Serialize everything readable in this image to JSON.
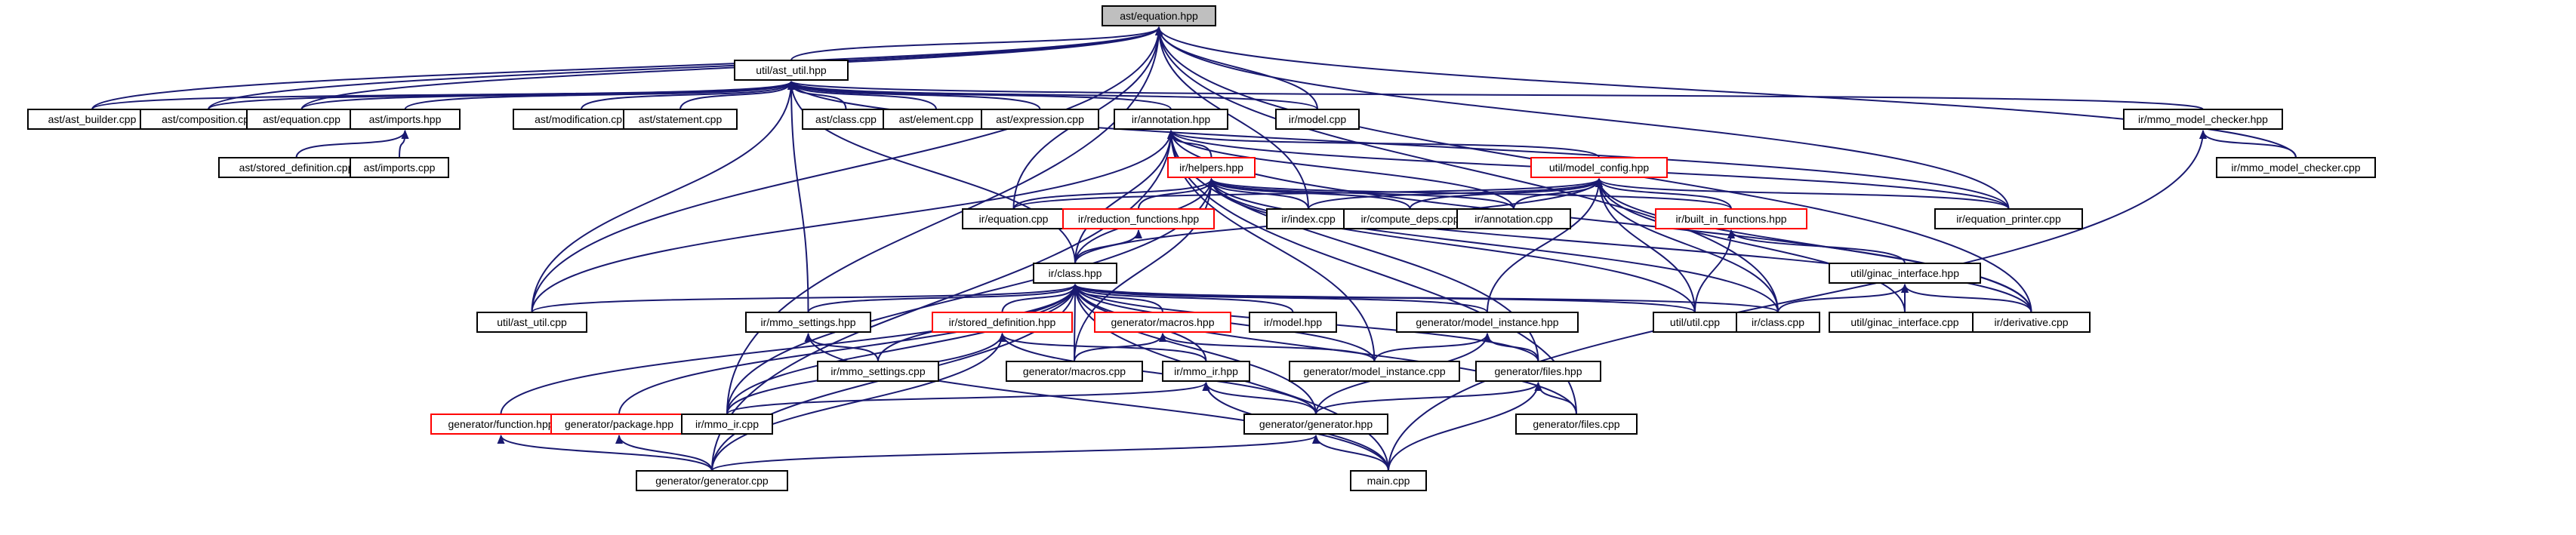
{
  "colors": {
    "edge": "#191970",
    "node_border": "#000000",
    "node_border_red": "#ff0000",
    "root_fill": "#bfbfbf",
    "node_fill": "#ffffff"
  },
  "nodes": [
    {
      "id": "root",
      "label": "ast/equation.hpp",
      "style": "root"
    },
    {
      "id": "ast_util_hpp",
      "label": "util/ast_util.hpp",
      "style": "normal"
    },
    {
      "id": "ast_builder",
      "label": "ast/ast_builder.cpp",
      "style": "normal"
    },
    {
      "id": "ast_composition",
      "label": "ast/composition.cpp",
      "style": "normal"
    },
    {
      "id": "ast_equation_cpp",
      "label": "ast/equation.cpp",
      "style": "normal"
    },
    {
      "id": "ast_imports_hpp",
      "label": "ast/imports.hpp",
      "style": "normal"
    },
    {
      "id": "ast_modification",
      "label": "ast/modification.cpp",
      "style": "normal"
    },
    {
      "id": "ast_statement",
      "label": "ast/statement.cpp",
      "style": "normal"
    },
    {
      "id": "ast_class",
      "label": "ast/class.cpp",
      "style": "normal"
    },
    {
      "id": "ast_element",
      "label": "ast/element.cpp",
      "style": "normal"
    },
    {
      "id": "ast_expression",
      "label": "ast/expression.cpp",
      "style": "normal"
    },
    {
      "id": "ir_annotation_hpp",
      "label": "ir/annotation.hpp",
      "style": "normal"
    },
    {
      "id": "ir_model_cpp",
      "label": "ir/model.cpp",
      "style": "normal"
    },
    {
      "id": "ir_mmo_checker_hpp",
      "label": "ir/mmo_model_checker.hpp",
      "style": "normal"
    },
    {
      "id": "ast_stored_definition",
      "label": "ast/stored_definition.cpp",
      "style": "normal"
    },
    {
      "id": "ast_imports_cpp",
      "label": "ast/imports.cpp",
      "style": "normal"
    },
    {
      "id": "ir_mmo_checker_cpp",
      "label": "ir/mmo_model_checker.cpp",
      "style": "normal"
    },
    {
      "id": "ir_helpers_hpp",
      "label": "ir/helpers.hpp",
      "style": "red"
    },
    {
      "id": "util_model_config",
      "label": "util/model_config.hpp",
      "style": "red"
    },
    {
      "id": "ir_equation_cpp",
      "label": "ir/equation.cpp",
      "style": "normal"
    },
    {
      "id": "ir_reduction_functions",
      "label": "ir/reduction_functions.hpp",
      "style": "red"
    },
    {
      "id": "ir_index_cpp",
      "label": "ir/index.cpp",
      "style": "normal"
    },
    {
      "id": "ir_compute_deps",
      "label": "ir/compute_deps.cpp",
      "style": "normal"
    },
    {
      "id": "ir_annotation_cpp",
      "label": "ir/annotation.cpp",
      "style": "normal"
    },
    {
      "id": "ir_built_in_functions",
      "label": "ir/built_in_functions.hpp",
      "style": "red"
    },
    {
      "id": "ir_equation_printer",
      "label": "ir/equation_printer.cpp",
      "style": "normal"
    },
    {
      "id": "ir_class_hpp",
      "label": "ir/class.hpp",
      "style": "normal"
    },
    {
      "id": "util_ginac_interface_hpp",
      "label": "util/ginac_interface.hpp",
      "style": "normal"
    },
    {
      "id": "util_ast_util_cpp",
      "label": "util/ast_util.cpp",
      "style": "normal"
    },
    {
      "id": "ir_mmo_settings_hpp",
      "label": "ir/mmo_settings.hpp",
      "style": "normal"
    },
    {
      "id": "ir_stored_definition_hpp",
      "label": "ir/stored_definition.hpp",
      "style": "red"
    },
    {
      "id": "generator_macros_hpp",
      "label": "generator/macros.hpp",
      "style": "red"
    },
    {
      "id": "ir_model_hpp",
      "label": "ir/model.hpp",
      "style": "normal"
    },
    {
      "id": "generator_model_instance_hpp",
      "label": "generator/model_instance.hpp",
      "style": "normal"
    },
    {
      "id": "util_util_cpp",
      "label": "util/util.cpp",
      "style": "normal"
    },
    {
      "id": "ir_class_cpp",
      "label": "ir/class.cpp",
      "style": "normal"
    },
    {
      "id": "util_ginac_interface_cpp",
      "label": "util/ginac_interface.cpp",
      "style": "normal"
    },
    {
      "id": "ir_derivative_cpp",
      "label": "ir/derivative.cpp",
      "style": "normal"
    },
    {
      "id": "ir_mmo_settings_cpp",
      "label": "ir/mmo_settings.cpp",
      "style": "normal"
    },
    {
      "id": "generator_macros_cpp",
      "label": "generator/macros.cpp",
      "style": "normal"
    },
    {
      "id": "ir_mmo_ir_hpp",
      "label": "ir/mmo_ir.hpp",
      "style": "normal"
    },
    {
      "id": "generator_model_instance_cpp",
      "label": "generator/model_instance.cpp",
      "style": "normal"
    },
    {
      "id": "generator_files_hpp",
      "label": "generator/files.hpp",
      "style": "normal"
    },
    {
      "id": "generator_function_hpp",
      "label": "generator/function.hpp",
      "style": "red"
    },
    {
      "id": "generator_package_hpp",
      "label": "generator/package.hpp",
      "style": "red"
    },
    {
      "id": "ir_mmo_ir_cpp",
      "label": "ir/mmo_ir.cpp",
      "style": "normal"
    },
    {
      "id": "generator_generator_hpp",
      "label": "generator/generator.hpp",
      "style": "normal"
    },
    {
      "id": "generator_files_cpp",
      "label": "generator/files.cpp",
      "style": "normal"
    },
    {
      "id": "generator_generator_cpp",
      "label": "generator/generator.cpp",
      "style": "normal"
    },
    {
      "id": "main_cpp",
      "label": "main.cpp",
      "style": "normal"
    }
  ],
  "edges": [
    [
      "ast_util_hpp",
      "root"
    ],
    [
      "ast_builder",
      "root"
    ],
    [
      "ast_composition",
      "root"
    ],
    [
      "ast_equation_cpp",
      "root"
    ],
    [
      "ir_model_cpp",
      "root"
    ],
    [
      "ir_mmo_checker_cpp",
      "root"
    ],
    [
      "ir_equation_cpp",
      "root"
    ],
    [
      "ir_index_cpp",
      "root"
    ],
    [
      "ir_equation_printer",
      "root"
    ],
    [
      "util_ast_util_cpp",
      "root"
    ],
    [
      "ir_mmo_ir_cpp",
      "root"
    ],
    [
      "ir_class_cpp",
      "root"
    ],
    [
      "ir_derivative_cpp",
      "root"
    ],
    [
      "ast_builder",
      "ast_util_hpp"
    ],
    [
      "ast_composition",
      "ast_util_hpp"
    ],
    [
      "ast_equation_cpp",
      "ast_util_hpp"
    ],
    [
      "ast_imports_hpp",
      "ast_util_hpp"
    ],
    [
      "ast_modification",
      "ast_util_hpp"
    ],
    [
      "ast_statement",
      "ast_util_hpp"
    ],
    [
      "ast_class",
      "ast_util_hpp"
    ],
    [
      "ast_element",
      "ast_util_hpp"
    ],
    [
      "ast_expression",
      "ast_util_hpp"
    ],
    [
      "ir_annotation_hpp",
      "ast_util_hpp"
    ],
    [
      "ir_model_cpp",
      "ast_util_hpp"
    ],
    [
      "ir_mmo_checker_hpp",
      "ast_util_hpp"
    ],
    [
      "util_ast_util_cpp",
      "ast_util_hpp"
    ],
    [
      "ir_mmo_settings_hpp",
      "ast_util_hpp"
    ],
    [
      "ir_class_hpp",
      "ast_util_hpp"
    ],
    [
      "ir_equation_printer",
      "ast_util_hpp"
    ],
    [
      "ast_stored_definition",
      "ast_imports_hpp"
    ],
    [
      "ast_imports_cpp",
      "ast_imports_hpp"
    ],
    [
      "ir_mmo_checker_cpp",
      "ir_mmo_checker_hpp"
    ],
    [
      "main_cpp",
      "ir_mmo_checker_hpp"
    ],
    [
      "ir_helpers_hpp",
      "ir_annotation_hpp"
    ],
    [
      "util_model_config",
      "ir_annotation_hpp"
    ],
    [
      "ir_annotation_cpp",
      "ir_annotation_hpp"
    ],
    [
      "ir_class_hpp",
      "ir_annotation_hpp"
    ],
    [
      "util_ast_util_cpp",
      "ir_annotation_hpp"
    ],
    [
      "generator_generator_cpp",
      "ir_annotation_hpp"
    ],
    [
      "generator_model_instance_cpp",
      "ir_annotation_hpp"
    ],
    [
      "ir_equation_printer",
      "ir_annotation_hpp"
    ],
    [
      "generator_files_cpp",
      "ir_annotation_hpp"
    ],
    [
      "generator_files_hpp",
      "ir_annotation_hpp"
    ],
    [
      "ir_derivative_cpp",
      "ir_annotation_hpp"
    ],
    [
      "ir_equation_cpp",
      "ir_helpers_hpp"
    ],
    [
      "ir_reduction_functions",
      "ir_helpers_hpp"
    ],
    [
      "ir_index_cpp",
      "ir_helpers_hpp"
    ],
    [
      "ir_compute_deps",
      "ir_helpers_hpp"
    ],
    [
      "ir_annotation_cpp",
      "ir_helpers_hpp"
    ],
    [
      "ir_built_in_functions",
      "ir_helpers_hpp"
    ],
    [
      "ir_class_hpp",
      "ir_helpers_hpp"
    ],
    [
      "util_util_cpp",
      "ir_helpers_hpp"
    ],
    [
      "ir_class_cpp",
      "ir_helpers_hpp"
    ],
    [
      "ir_mmo_ir_cpp",
      "ir_helpers_hpp"
    ],
    [
      "generator_macros_cpp",
      "ir_helpers_hpp"
    ],
    [
      "ir_derivative_cpp",
      "ir_helpers_hpp"
    ],
    [
      "ir_equation_cpp",
      "util_model_config"
    ],
    [
      "ir_index_cpp",
      "util_model_config"
    ],
    [
      "ir_compute_deps",
      "util_model_config"
    ],
    [
      "ir_annotation_cpp",
      "util_model_config"
    ],
    [
      "ir_built_in_functions",
      "util_model_config"
    ],
    [
      "util_util_cpp",
      "util_model_config"
    ],
    [
      "ir_class_cpp",
      "util_model_config"
    ],
    [
      "generator_model_instance_hpp",
      "util_model_config"
    ],
    [
      "util_ginac_interface_cpp",
      "util_model_config"
    ],
    [
      "ir_derivative_cpp",
      "util_model_config"
    ],
    [
      "ir_equation_printer",
      "util_model_config"
    ],
    [
      "ir_class_hpp",
      "util_model_config"
    ],
    [
      "ir_class_hpp",
      "ir_reduction_functions"
    ],
    [
      "util_util_cpp",
      "ir_built_in_functions"
    ],
    [
      "util_ginac_interface_hpp",
      "ir_built_in_functions"
    ],
    [
      "util_ginac_interface_cpp",
      "util_ginac_interface_hpp"
    ],
    [
      "ir_derivative_cpp",
      "util_ginac_interface_hpp"
    ],
    [
      "ir_class_cpp",
      "util_ginac_interface_hpp"
    ],
    [
      "util_ast_util_cpp",
      "ir_class_hpp"
    ],
    [
      "ir_mmo_settings_hpp",
      "ir_class_hpp"
    ],
    [
      "ir_stored_definition_hpp",
      "ir_class_hpp"
    ],
    [
      "generator_macros_hpp",
      "ir_class_hpp"
    ],
    [
      "ir_model_hpp",
      "ir_class_hpp"
    ],
    [
      "generator_model_instance_hpp",
      "ir_class_hpp"
    ],
    [
      "util_util_cpp",
      "ir_class_hpp"
    ],
    [
      "ir_class_cpp",
      "ir_class_hpp"
    ],
    [
      "ir_mmo_settings_cpp",
      "ir_class_hpp"
    ],
    [
      "generator_macros_cpp",
      "ir_class_hpp"
    ],
    [
      "ir_mmo_ir_hpp",
      "ir_class_hpp"
    ],
    [
      "generator_model_instance_cpp",
      "ir_class_hpp"
    ],
    [
      "generator_files_hpp",
      "ir_class_hpp"
    ],
    [
      "generator_function_hpp",
      "ir_class_hpp"
    ],
    [
      "generator_package_hpp",
      "ir_class_hpp"
    ],
    [
      "ir_mmo_ir_cpp",
      "ir_class_hpp"
    ],
    [
      "generator_generator_hpp",
      "ir_class_hpp"
    ],
    [
      "generator_files_cpp",
      "ir_class_hpp"
    ],
    [
      "generator_generator_cpp",
      "ir_class_hpp"
    ],
    [
      "main_cpp",
      "ir_class_hpp"
    ],
    [
      "ir_mmo_settings_cpp",
      "ir_mmo_settings_hpp"
    ],
    [
      "main_cpp",
      "ir_mmo_settings_hpp"
    ],
    [
      "ir_mmo_ir_hpp",
      "ir_stored_definition_hpp"
    ],
    [
      "generator_generator_hpp",
      "ir_stored_definition_hpp"
    ],
    [
      "ir_mmo_ir_cpp",
      "ir_stored_definition_hpp"
    ],
    [
      "generator_generator_cpp",
      "ir_stored_definition_hpp"
    ],
    [
      "generator_macros_cpp",
      "generator_macros_hpp"
    ],
    [
      "generator_model_instance_cpp",
      "generator_macros_hpp"
    ],
    [
      "generator_model_instance_cpp",
      "generator_model_instance_hpp"
    ],
    [
      "generator_files_hpp",
      "generator_model_instance_hpp"
    ],
    [
      "generator_generator_hpp",
      "generator_model_instance_hpp"
    ],
    [
      "ir_mmo_ir_cpp",
      "ir_mmo_ir_hpp"
    ],
    [
      "generator_generator_hpp",
      "ir_mmo_ir_hpp"
    ],
    [
      "main_cpp",
      "ir_mmo_ir_hpp"
    ],
    [
      "generator_generator_hpp",
      "generator_files_hpp"
    ],
    [
      "generator_files_cpp",
      "generator_files_hpp"
    ],
    [
      "main_cpp",
      "generator_files_hpp"
    ],
    [
      "generator_generator_cpp",
      "generator_function_hpp"
    ],
    [
      "generator_generator_cpp",
      "generator_package_hpp"
    ],
    [
      "generator_generator_cpp",
      "generator_generator_hpp"
    ],
    [
      "main_cpp",
      "generator_generator_hpp"
    ]
  ]
}
